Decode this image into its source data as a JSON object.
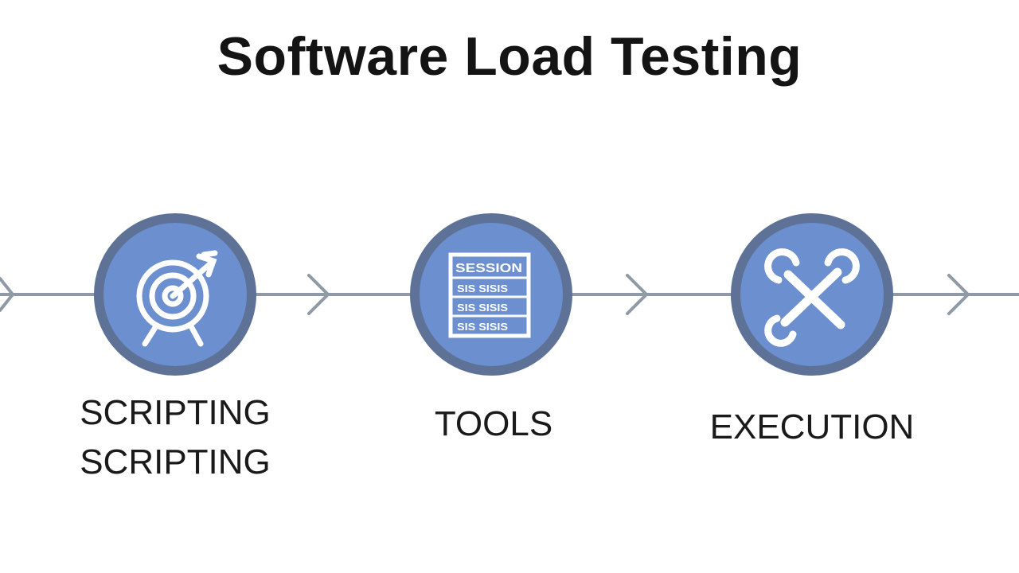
{
  "diagram": {
    "title": "Software Load Testing",
    "steps": [
      {
        "label_lines": [
          "SCRIPTING",
          "SCRIPTING"
        ],
        "icon": "target-icon"
      },
      {
        "label_lines": [
          "TOOLS"
        ],
        "icon": "report-table-icon",
        "icon_text": [
          "SESSION",
          "SIS SISIS",
          "SIS SISIS",
          "SIS SISIS"
        ]
      },
      {
        "label_lines": [
          "EXECUTION"
        ],
        "icon": "wrench-crossed-icon"
      }
    ],
    "colors": {
      "circle_fill": "#6b8fcf",
      "circle_ring": "#5d7296",
      "connector": "#8f9aa6",
      "icon": "#ffffff",
      "text": "#1a1a1a"
    }
  }
}
